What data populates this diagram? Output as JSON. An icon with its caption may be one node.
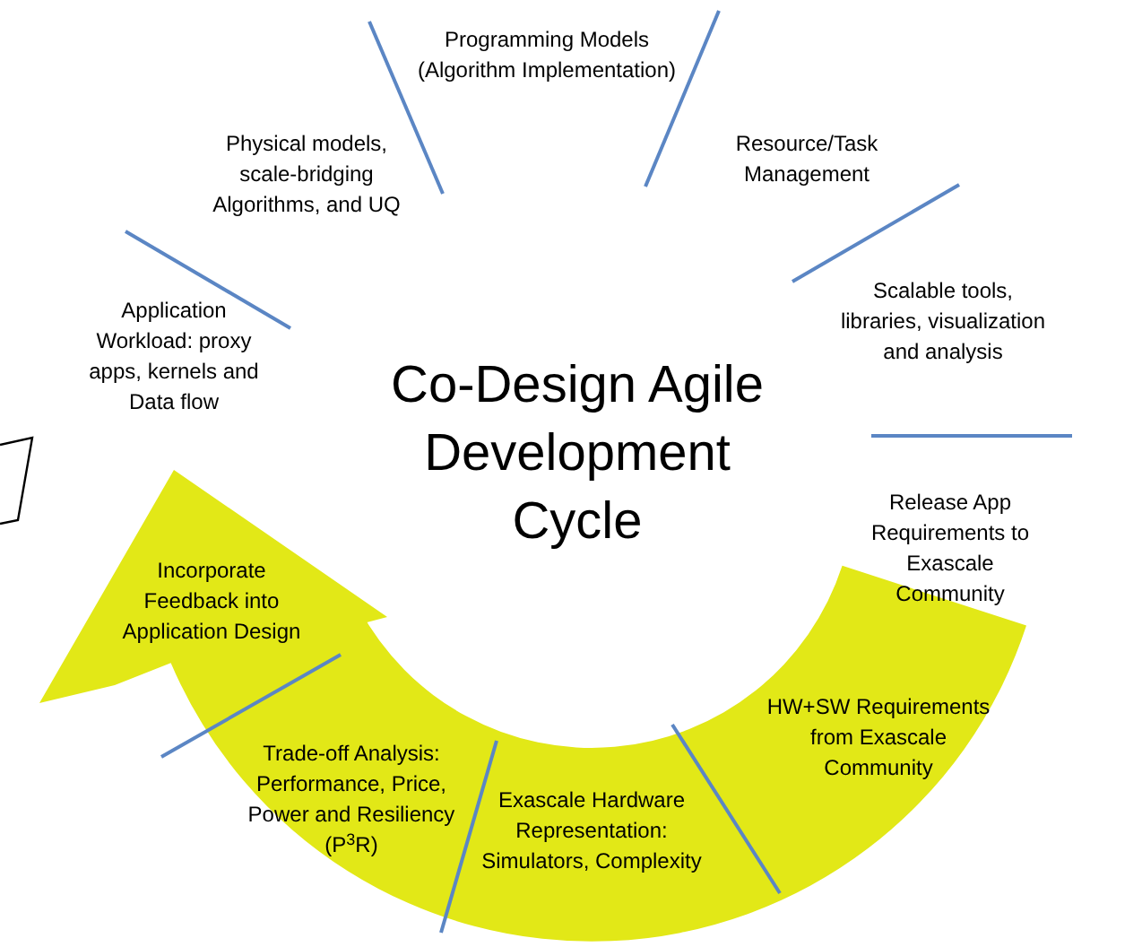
{
  "diagram": {
    "title": "Co-Design Agile Development Cycle",
    "labels": [
      "Programming Models (Algorithm Implementation)",
      "Physical models, scale-bridging Algorithms, and UQ",
      "Resource/Task Management",
      "Application Workload: proxy apps, kernels and Data flow",
      "Scalable tools, libraries, visualization and analysis",
      "Release App Requirements to Exascale Community",
      "Incorporate Feedback into Application Design",
      "HW+SW Requirements from Exascale Community",
      "Trade-off Analysis: Performance, Price, Power and Resiliency (P$^{3}$R)",
      "Exascale Hardware Representation: Simulators, Complexity"
    ]
  }
}
